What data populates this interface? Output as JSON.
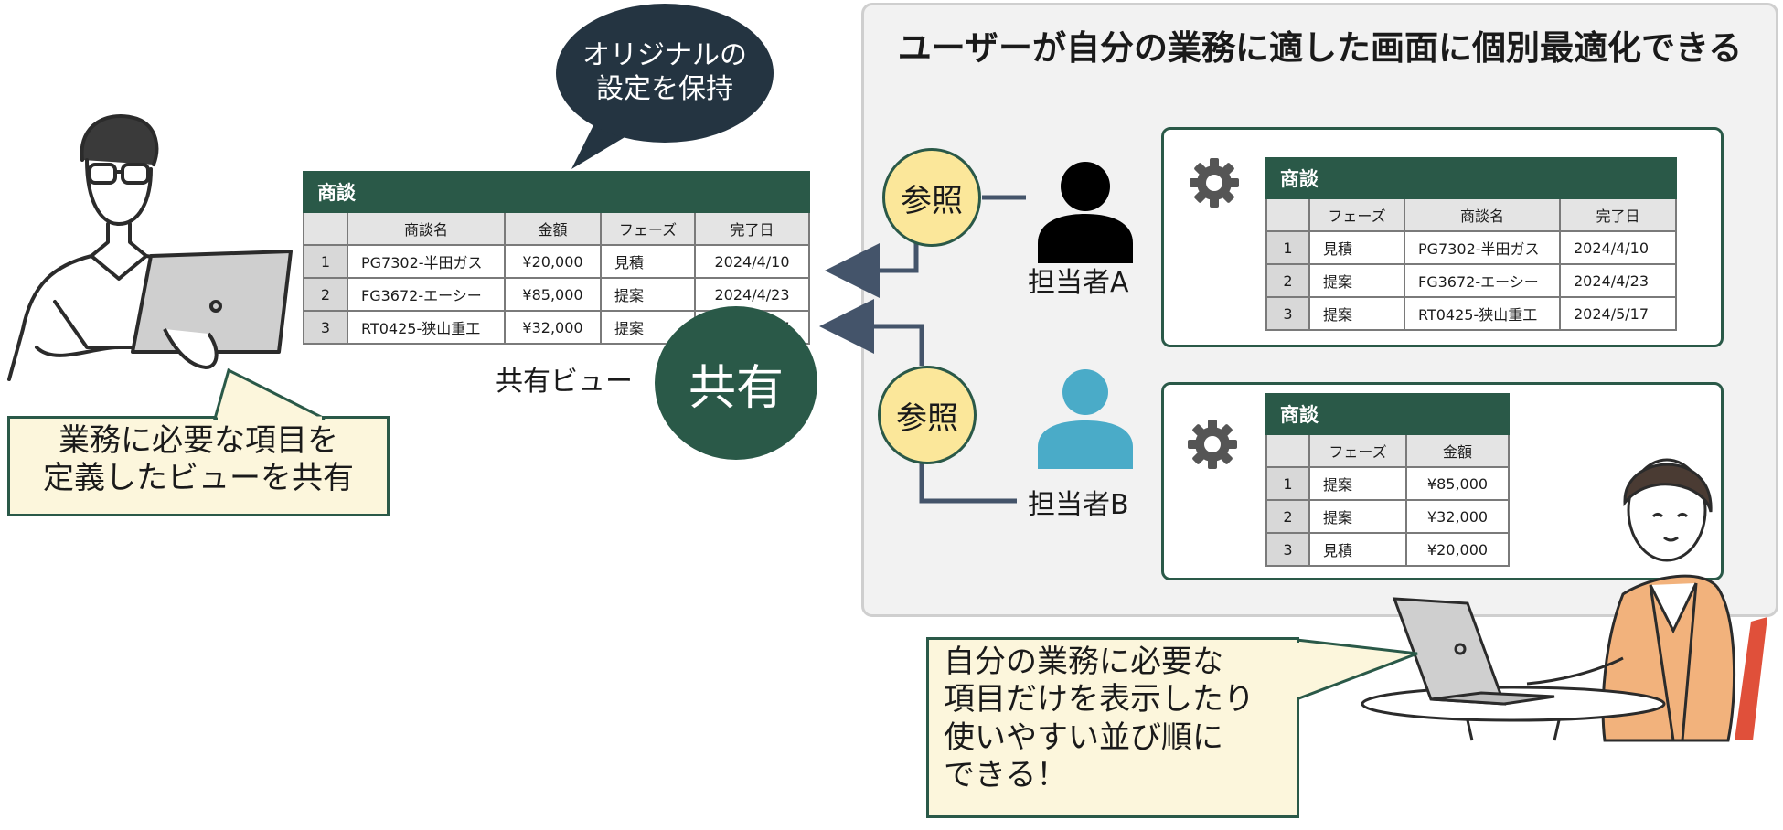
{
  "panel": {
    "title": "ユーザーが自分の業務に適した画面に個別最適化できる"
  },
  "speech_original": {
    "line1": "オリジナルの",
    "line2": "設定を保持"
  },
  "shared_table": {
    "caption": "商談",
    "columns": [
      "",
      "商談名",
      "金額",
      "フェーズ",
      "完了日"
    ],
    "rows": [
      [
        "1",
        "PG7302-半田ガス",
        "¥20,000",
        "見積",
        "2024/4/10"
      ],
      [
        "2",
        "FG3672-エーシー",
        "¥85,000",
        "提案",
        "2024/4/23"
      ],
      [
        "3",
        "RT0425-狭山重工",
        "¥32,000",
        "提案",
        "2024/5/17"
      ]
    ]
  },
  "shared_view_label": "共有ビュー",
  "share_circle_label": "共有",
  "left_note": {
    "line1": "業務に必要な項目を",
    "line2": "定義したビューを共有"
  },
  "ref_a": "参照",
  "ref_b": "参照",
  "user_a": {
    "label": "担当者A",
    "color": "#000000"
  },
  "user_b": {
    "label": "担当者B",
    "color": "#4aabc8"
  },
  "table_a": {
    "caption": "商談",
    "columns": [
      "",
      "フェーズ",
      "商談名",
      "完了日"
    ],
    "rows": [
      [
        "1",
        "見積",
        "PG7302-半田ガス",
        "2024/4/10"
      ],
      [
        "2",
        "提案",
        "FG3672-エーシー",
        "2024/4/23"
      ],
      [
        "3",
        "提案",
        "RT0425-狭山重工",
        "2024/5/17"
      ]
    ]
  },
  "table_b": {
    "caption": "商談",
    "columns": [
      "",
      "フェーズ",
      "金額"
    ],
    "rows": [
      [
        "1",
        "提案",
        "¥85,000"
      ],
      [
        "2",
        "提案",
        "¥32,000"
      ],
      [
        "3",
        "見積",
        "¥20,000"
      ]
    ]
  },
  "bottom_note": {
    "line1": "自分の業務に必要な",
    "line2": "項目だけを表示したり",
    "line3": "使いやすい並び順に",
    "line4": "できる！"
  },
  "colors": {
    "accent": "#2a5948",
    "note_bg": "#fcf6dc",
    "ref_bg": "#fbe79a",
    "arrow": "#44546a"
  }
}
